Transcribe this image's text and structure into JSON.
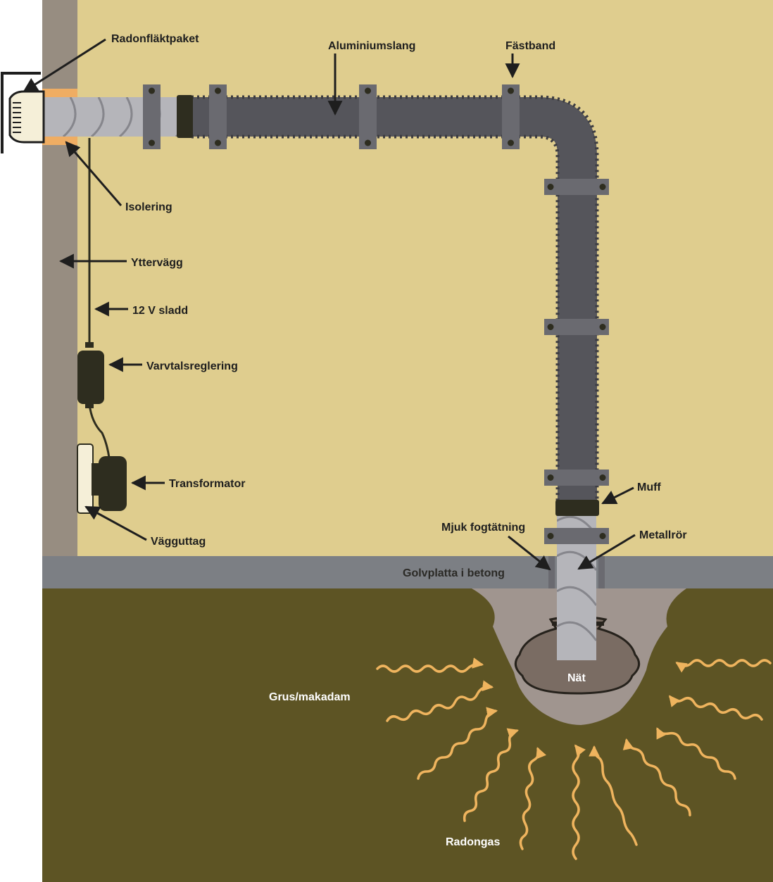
{
  "labels": {
    "radonflaktpaket": "Radonfläktpaket",
    "aluminiumslang": "Aluminiumslang",
    "fastband": "Fästband",
    "isolering": "Isolering",
    "yttervagg": "Yttervägg",
    "sladd": "12 V sladd",
    "varvtalsreglering": "Varvtalsreglering",
    "transformator": "Transformator",
    "vagguttag": "Vägguttag",
    "muff": "Muff",
    "mjuk_fogtatning": "Mjuk fogtätning",
    "metallror": "Metallrör",
    "golvplatta": "Golvplatta i betong",
    "grus": "Grus/makadam",
    "nat": "Nät",
    "radongas": "Radongas"
  },
  "colors": {
    "room_wall": "#dfcd8e",
    "outer_wall": "#978d81",
    "floor_slab": "#7c7f84",
    "ground": "#5d5424",
    "gravel_pocket": "#a0958f",
    "hose": "#55555b",
    "metal_pipe": "#b5b5ba",
    "clamp": "#6a6a70",
    "insulation": "#efad63",
    "radon_arrow": "#efb45e",
    "device": "#2e2d1f"
  }
}
